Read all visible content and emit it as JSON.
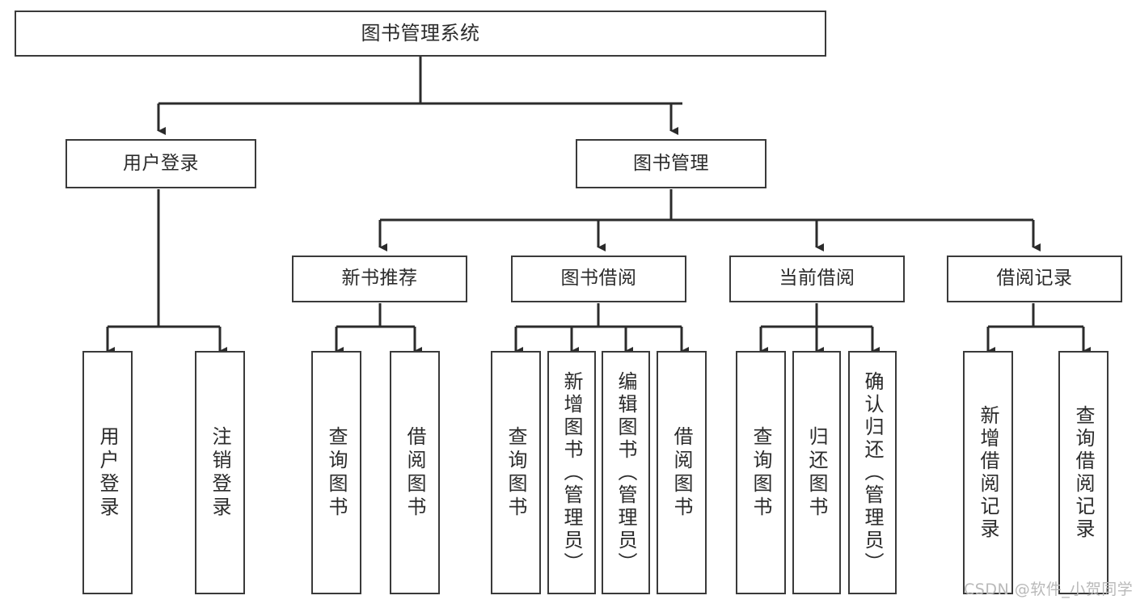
{
  "diagram": {
    "title": "图书管理系统",
    "type": "hierarchy-tree",
    "watermark": "CSDN @软件_小贺同学",
    "colors": {
      "background": "#ffffff",
      "box_border": "#3a3a3a",
      "box_fill": "#ffffff",
      "text": "#2b2b2b",
      "connector": "#2b2b2b",
      "watermark": "#b9b9b9"
    },
    "levels": [
      {
        "level": 0,
        "nodes": [
          {
            "id": "root",
            "label": "图书管理系统"
          }
        ]
      },
      {
        "level": 1,
        "nodes": [
          {
            "id": "user-login",
            "label": "用户登录",
            "parent": "root"
          },
          {
            "id": "book-manage",
            "label": "图书管理",
            "parent": "root"
          }
        ]
      },
      {
        "level": 2,
        "nodes": [
          {
            "id": "new-book-rec",
            "label": "新书推荐",
            "parent": "book-manage"
          },
          {
            "id": "book-borrow",
            "label": "图书借阅",
            "parent": "book-manage"
          },
          {
            "id": "current-borrow",
            "label": "当前借阅",
            "parent": "book-manage"
          },
          {
            "id": "borrow-record",
            "label": "借阅记录",
            "parent": "book-manage"
          }
        ]
      },
      {
        "level": 3,
        "nodes": [
          {
            "id": "leaf-user-login",
            "label": "用户登录",
            "parent": "user-login"
          },
          {
            "id": "leaf-user-logout",
            "label": "注销登录",
            "parent": "user-login"
          },
          {
            "id": "leaf-rec-query",
            "label": "查询图书",
            "parent": "new-book-rec"
          },
          {
            "id": "leaf-rec-borrow",
            "label": "借阅图书",
            "parent": "new-book-rec"
          },
          {
            "id": "leaf-borrow-query",
            "label": "查询图书",
            "parent": "book-borrow"
          },
          {
            "id": "leaf-borrow-add",
            "label": "新增图书（管理员）",
            "parent": "book-borrow"
          },
          {
            "id": "leaf-borrow-edit",
            "label": "编辑图书（管理员）",
            "parent": "book-borrow"
          },
          {
            "id": "leaf-borrow-lend",
            "label": "借阅图书",
            "parent": "book-borrow"
          },
          {
            "id": "leaf-cur-query",
            "label": "查询图书",
            "parent": "current-borrow"
          },
          {
            "id": "leaf-cur-return",
            "label": "归还图书",
            "parent": "current-borrow"
          },
          {
            "id": "leaf-cur-confirm",
            "label": "确认归还（管理员）",
            "parent": "current-borrow"
          },
          {
            "id": "leaf-rec-add",
            "label": "新增借阅记录",
            "parent": "borrow-record"
          },
          {
            "id": "leaf-rec-query2",
            "label": "查询借阅记录",
            "parent": "borrow-record"
          }
        ]
      }
    ]
  }
}
